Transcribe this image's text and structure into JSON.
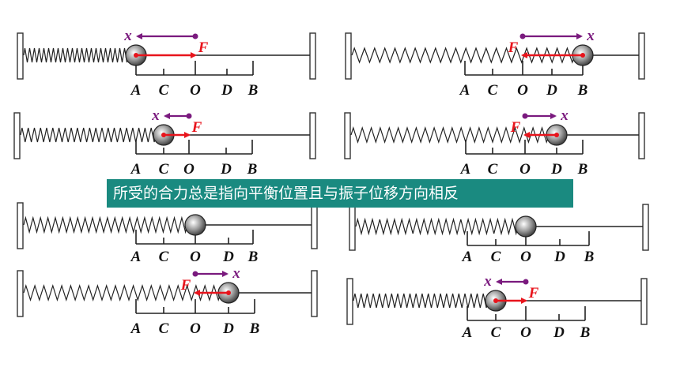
{
  "banner_text": "所受的合力总是指向平衡位置且与振子位移方向相反",
  "position_labels": [
    "A",
    "C",
    "O",
    "D",
    "B"
  ],
  "force_label": "F",
  "displacement_label": "x",
  "colors": {
    "force": "#e8141c",
    "displacement": "#7a1a7e",
    "banner": "#1a8a80"
  },
  "panels": [
    {
      "id": "p1",
      "ball": "A",
      "force": "right",
      "disp": "left"
    },
    {
      "id": "p2",
      "ball": "B",
      "force": "left",
      "disp": "right"
    },
    {
      "id": "p3",
      "ball": "C",
      "force": "right",
      "disp": "left"
    },
    {
      "id": "p4",
      "ball": "D",
      "force": "left",
      "disp": "right"
    },
    {
      "id": "p5",
      "ball": "O",
      "force": "none",
      "disp": "none"
    },
    {
      "id": "p6",
      "ball": "O",
      "force": "none",
      "disp": "none"
    },
    {
      "id": "p7",
      "ball": "D",
      "force": "left",
      "disp": "right"
    },
    {
      "id": "p8",
      "ball": "C",
      "force": "right",
      "disp": "left"
    }
  ]
}
